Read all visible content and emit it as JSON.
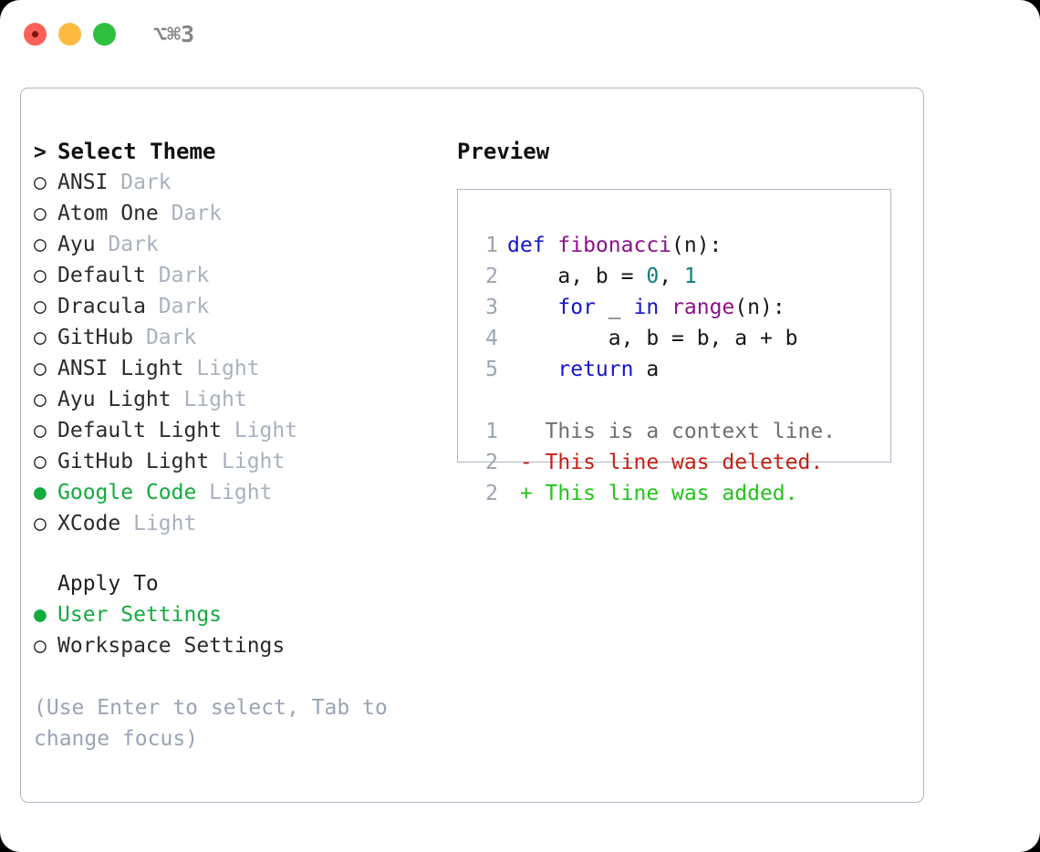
{
  "titlebar": {
    "shortcut": "⌥⌘3",
    "buttons": [
      {
        "name": "close",
        "color": "#fc6058"
      },
      {
        "name": "minimize",
        "color": "#fcbb40"
      },
      {
        "name": "maximize",
        "color": "#2fc03f"
      }
    ]
  },
  "theme_picker": {
    "header_marker": ">",
    "header": "Select Theme",
    "unselected_marker": "○",
    "selected_marker": "●",
    "selected_color": "#13ab3f",
    "items": [
      {
        "name": "ANSI",
        "category": "Dark",
        "selected": false
      },
      {
        "name": "Atom One",
        "category": "Dark",
        "selected": false
      },
      {
        "name": "Ayu",
        "category": "Dark",
        "selected": false
      },
      {
        "name": "Default",
        "category": "Dark",
        "selected": false
      },
      {
        "name": "Dracula",
        "category": "Dark",
        "selected": false
      },
      {
        "name": "GitHub",
        "category": "Dark",
        "selected": false
      },
      {
        "name": "ANSI Light",
        "category": "Light",
        "selected": false
      },
      {
        "name": "Ayu Light",
        "category": "Light",
        "selected": false
      },
      {
        "name": "Default Light",
        "category": "Light",
        "selected": false
      },
      {
        "name": "GitHub Light",
        "category": "Light",
        "selected": false
      },
      {
        "name": "Google Code",
        "category": "Light",
        "selected": true
      },
      {
        "name": "XCode",
        "category": "Light",
        "selected": false
      }
    ]
  },
  "apply_to": {
    "header": "Apply To",
    "items": [
      {
        "name": "User Settings",
        "selected": true
      },
      {
        "name": "Workspace Settings",
        "selected": false
      }
    ]
  },
  "hint": "(Use Enter to select, Tab to\nchange focus)",
  "preview": {
    "title": "Preview",
    "code_lines": [
      {
        "number": "1",
        "tokens": [
          {
            "text": "def ",
            "type": "kw"
          },
          {
            "text": "fibonacci",
            "type": "fn"
          },
          {
            "text": "(n):",
            "type": "pl"
          }
        ]
      },
      {
        "number": "2",
        "tokens": [
          {
            "text": "    a, b = ",
            "type": "pl"
          },
          {
            "text": "0",
            "type": "num"
          },
          {
            "text": ", ",
            "type": "pl"
          },
          {
            "text": "1",
            "type": "num"
          }
        ]
      },
      {
        "number": "3",
        "tokens": [
          {
            "text": "    ",
            "type": "pl"
          },
          {
            "text": "for",
            "type": "kw"
          },
          {
            "text": " _ ",
            "type": "pl"
          },
          {
            "text": "in",
            "type": "kw"
          },
          {
            "text": " ",
            "type": "pl"
          },
          {
            "text": "range",
            "type": "fn"
          },
          {
            "text": "(n):",
            "type": "pl"
          }
        ]
      },
      {
        "number": "4",
        "tokens": [
          {
            "text": "        a, b = b, a + b",
            "type": "pl"
          }
        ]
      },
      {
        "number": "5",
        "tokens": [
          {
            "text": "    ",
            "type": "pl"
          },
          {
            "text": "return",
            "type": "kw"
          },
          {
            "text": " a",
            "type": "pl"
          }
        ]
      }
    ],
    "diff_lines": [
      {
        "number": "1",
        "sign": " ",
        "text": " This is a context line.",
        "type": "diff-ctx"
      },
      {
        "number": "2",
        "sign": "-",
        "text": " This line was deleted.",
        "type": "diff-del"
      },
      {
        "number": "2",
        "sign": "+",
        "text": " This line was added.",
        "type": "diff-add"
      }
    ]
  },
  "colors": {
    "keyword": "#1414c8",
    "function": "#8c1188",
    "number": "#0e7d7d",
    "plain": "#171717",
    "line_number": "#9aa4b0",
    "diff_context": "#6f6f6f",
    "diff_deleted": "#c41f14",
    "diff_added": "#23c41b",
    "muted": "#a9b1bd",
    "border": "#aeb7c4"
  }
}
